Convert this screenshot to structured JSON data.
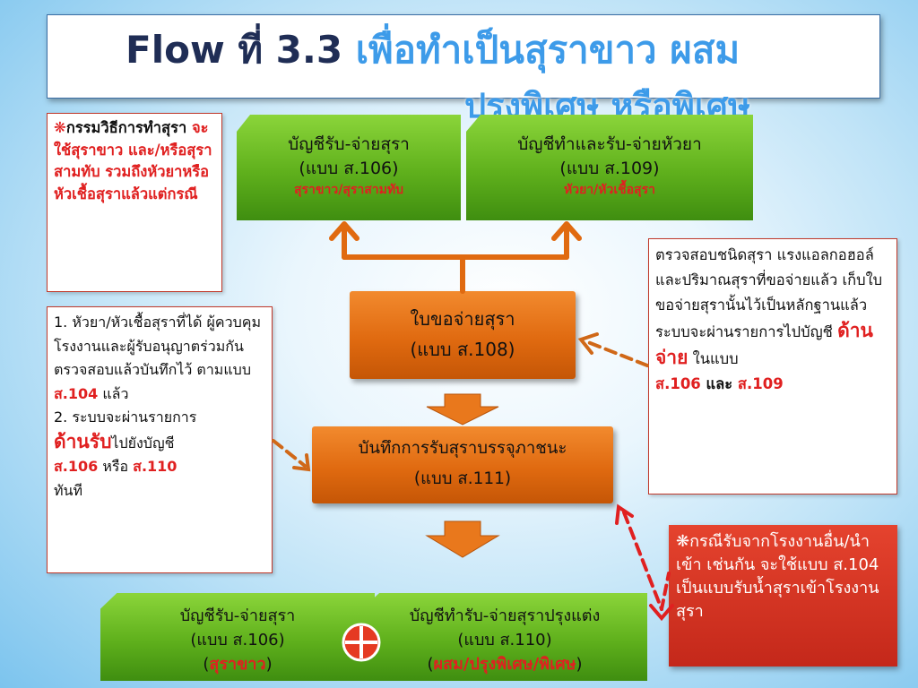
{
  "title": {
    "part1": "Flow ที่ 3.3 ",
    "part2": "เพื่อทำเป็นสุราขาว ผสม",
    "line2": "ปรุงพิเศษ หรือพิเศษ"
  },
  "note_top_left": {
    "star": "❋",
    "lead": "กรรมวิธีการทำสุรา ",
    "red": "จะใช้สุราขาว และ/หรือสุราสามทับ รวมถึงหัวยาหรือหัวเชื้อสุราแล้วแต่กรณี"
  },
  "note_mid_left": {
    "text1": "1. หัวยา/หัวเชื้อสุราที่ได้ ผู้ควบคุมโรงงานและผู้รับอนุญาตร่วมกัน ตรวจสอบแล้วบันทึกไว้ ตามแบบ ",
    "red1": "ส.104",
    "text2": " แล้ว",
    "text3": "2. ระบบจะผ่านรายการ",
    "redbig": "ด้านรับ",
    "text4": "ไปยังบัญชี",
    "red2": "ส.106",
    "text5": " หรือ ",
    "red3": "ส.110",
    "text6": "ทันที"
  },
  "note_right": {
    "text1": "ตรวจสอบชนิดสุรา แรงแอลกอฮอล์ และปริมาณสุราที่ขอจ่ายแล้ว เก็บใบขอจ่ายสุรานั้นไว้เป็นหลักฐานแล้ว ระบบจะผ่านรายการไปบัญชี ",
    "redbig": "ด้านจ่าย",
    "text2": " ในแบบ",
    "red1": "ส.106",
    "text3": " และ ",
    "red2": "ส.109"
  },
  "note_bottom_right": {
    "star": "❋",
    "text": "กรณีรับจากโรงงานอื่น/นำเข้า เช่นกัน จะใช้แบบ ส.104 เป็นแบบรับน้ำสุราเข้าโรงงานสุรา"
  },
  "box_g1": {
    "line1": "บัญชีรับ-จ่ายสุรา",
    "line2": "(แบบ ส.106)",
    "sub": "สุราขาว/สุราสามทับ"
  },
  "box_g2": {
    "line1": "บัญชีทำและรับ-จ่ายหัวยา",
    "line2": "(แบบ ส.109)",
    "sub": "หัวยา/หัวเชื้อสุรา"
  },
  "box_o1": {
    "line1": "ใบขอจ่ายสุรา",
    "line2": "(แบบ ส.108)"
  },
  "box_o2": {
    "line1": "บันทึกการรับสุราบรรจุภาชนะ",
    "line2": "(แบบ ส.111)"
  },
  "box_g3": {
    "line1": "บัญชีรับ-จ่ายสุรา",
    "line2": "(แบบ ส.106)",
    "open": "(",
    "red": "สุราขาว",
    "close": ")"
  },
  "box_g4": {
    "line1": "บัญชีทำรับ-จ่ายสุราปรุงแต่ง",
    "line2": "(แบบ ส.110)",
    "open": "(",
    "red": "ผสม/ปรุงพิเศษ/พิเศษ",
    "close": ")"
  },
  "colors": {
    "green": "#5fb01c",
    "orange": "#e06a10",
    "red_text": "#e02020",
    "arrow_dashed": "#d06818",
    "arrow_red": "#e02020",
    "title_dark": "#1f2d55",
    "title_blue": "#3d9be9"
  }
}
